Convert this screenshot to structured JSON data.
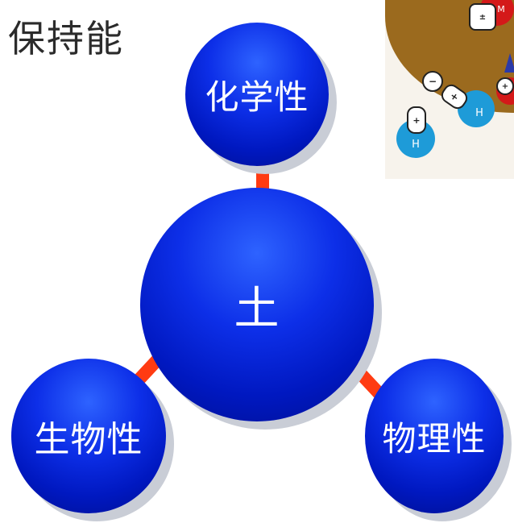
{
  "title": "保持能",
  "center": {
    "label": "土"
  },
  "nodes": {
    "top": {
      "label": "化学性"
    },
    "left": {
      "label": "生物性"
    },
    "right": {
      "label": "物理性"
    }
  },
  "photo": {
    "ion_labels": [
      "H",
      "H",
      "M"
    ]
  },
  "colors": {
    "ball": "#0a2ee6",
    "connector": "#ff3b12",
    "shadow": "#c9cdd6",
    "soil": "#9b6a1e",
    "hydrogen": "#1e9bd8",
    "metal": "#d41919"
  }
}
